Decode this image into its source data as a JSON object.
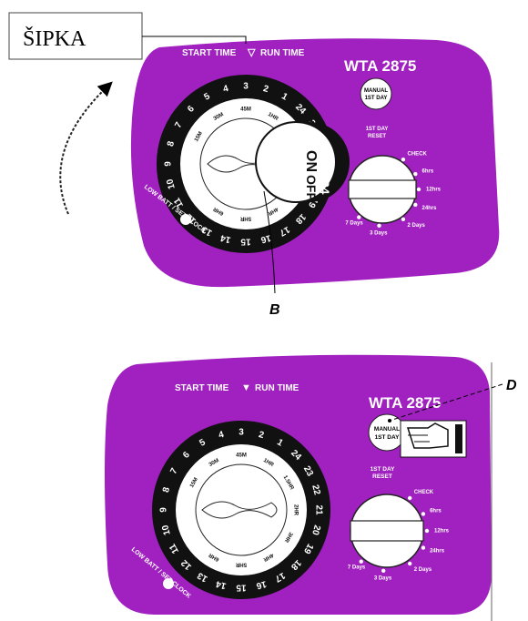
{
  "callout_sipka": "ŠIPKA",
  "callout_b": "B",
  "callout_d": "D",
  "panel_top": {
    "start_time": "START TIME",
    "run_time": "RUN TIME",
    "model": "WTA 2875",
    "manual_line1": "MANUAL",
    "manual_line2": "1ST DAY",
    "reset_line1": "1ST DAY",
    "reset_line2": "RESET",
    "low_batt": "LOW BATT / SET CLOCK",
    "dial_on": "ON",
    "dial_off": "OFF",
    "dial_24": "24",
    "selector_options": [
      "CHECK",
      "6hrs",
      "12hrs",
      "24hrs",
      "2 Days",
      "3 Days",
      "7 Days"
    ]
  },
  "panel_bottom": {
    "start_time": "START TIME",
    "run_time": "RUN TIME",
    "model": "WTA 2875",
    "manual_line1": "MANUAL",
    "manual_line2": "1ST DAY",
    "reset_line1": "1ST DAY",
    "reset_line2": "RESET",
    "low_batt": "LOW BATT / SET CLOCK",
    "selector_options": [
      "CHECK",
      "6hrs",
      "12hrs",
      "24hrs",
      "2 Days",
      "3 Days",
      "7 Days"
    ]
  },
  "dial_hours": [
    "1",
    "2",
    "3",
    "4",
    "5",
    "6",
    "7",
    "8",
    "9",
    "10",
    "11",
    "12",
    "13",
    "14",
    "15",
    "16",
    "17",
    "18",
    "19",
    "20",
    "21",
    "22",
    "23",
    "24"
  ],
  "dial_durations": [
    "15M",
    "30M",
    "45M",
    "1HR",
    "1.5HR",
    "2HR",
    "3HR",
    "4HR",
    "5HR",
    "6HR"
  ],
  "colors": {
    "panel": "#a020c0",
    "dial_ring": "#111111",
    "dial_face": "#ffffff"
  }
}
